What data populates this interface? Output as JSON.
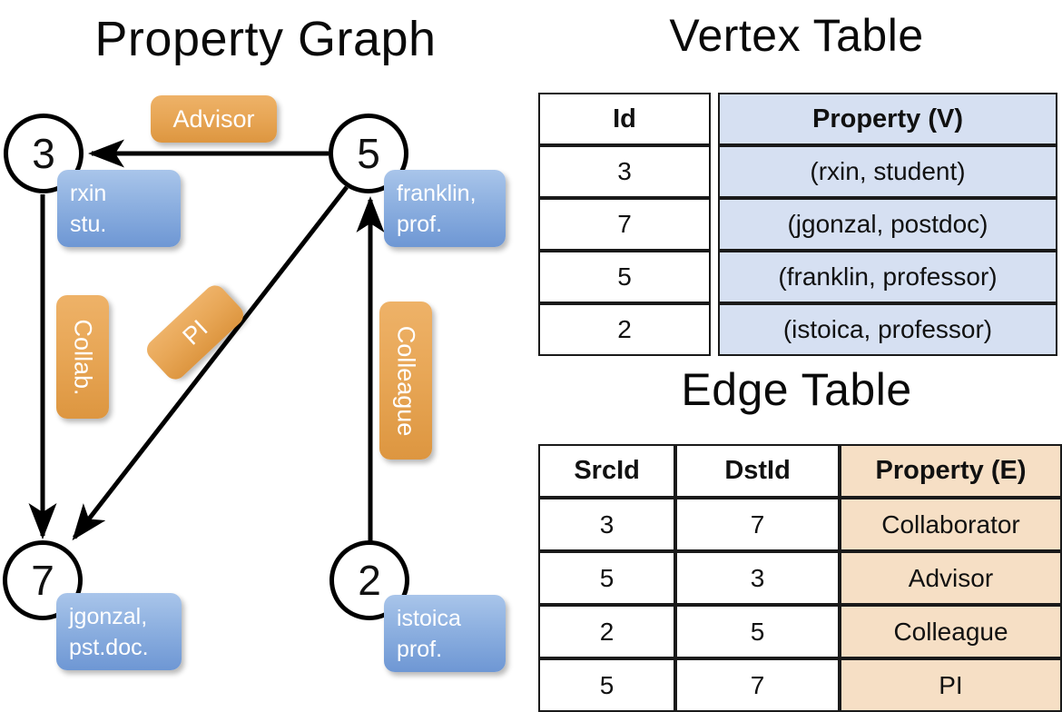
{
  "titles": {
    "property_graph": "Property Graph",
    "vertex_table": "Vertex Table",
    "edge_table": "Edge Table"
  },
  "graph": {
    "nodes": [
      {
        "id": "3",
        "property_lines": [
          "rxin",
          "stu."
        ]
      },
      {
        "id": "5",
        "property_lines": [
          "franklin,",
          "prof."
        ]
      },
      {
        "id": "7",
        "property_lines": [
          "jgonzal,",
          "pst.doc."
        ]
      },
      {
        "id": "2",
        "property_lines": [
          "istoica",
          "prof."
        ]
      }
    ],
    "edge_labels": [
      {
        "text": "Advisor",
        "orientation": "horizontal"
      },
      {
        "text": "Collab.",
        "orientation": "vertical"
      },
      {
        "text": "PI",
        "orientation": "diagonal"
      },
      {
        "text": "Colleague",
        "orientation": "vertical"
      }
    ]
  },
  "vertex_table": {
    "headers": [
      "Id",
      "Property (V)"
    ],
    "rows": [
      {
        "id": "3",
        "property": "(rxin, student)"
      },
      {
        "id": "7",
        "property": "(jgonzal, postdoc)"
      },
      {
        "id": "5",
        "property": "(franklin, professor)"
      },
      {
        "id": "2",
        "property": "(istoica, professor)"
      }
    ]
  },
  "edge_table": {
    "headers": [
      "SrcId",
      "DstId",
      "Property (E)"
    ],
    "rows": [
      {
        "src": "3",
        "dst": "7",
        "property": "Collaborator"
      },
      {
        "src": "5",
        "dst": "3",
        "property": "Advisor"
      },
      {
        "src": "2",
        "dst": "5",
        "property": "Colleague"
      },
      {
        "src": "5",
        "dst": "7",
        "property": "PI"
      }
    ]
  },
  "colors": {
    "vertex_property_fill": "#d6e0f2",
    "edge_property_fill": "#f6dfc5",
    "node_box_blue": "#8db0e0",
    "edge_label_orange": "#e8a757",
    "stroke": "#000000"
  }
}
